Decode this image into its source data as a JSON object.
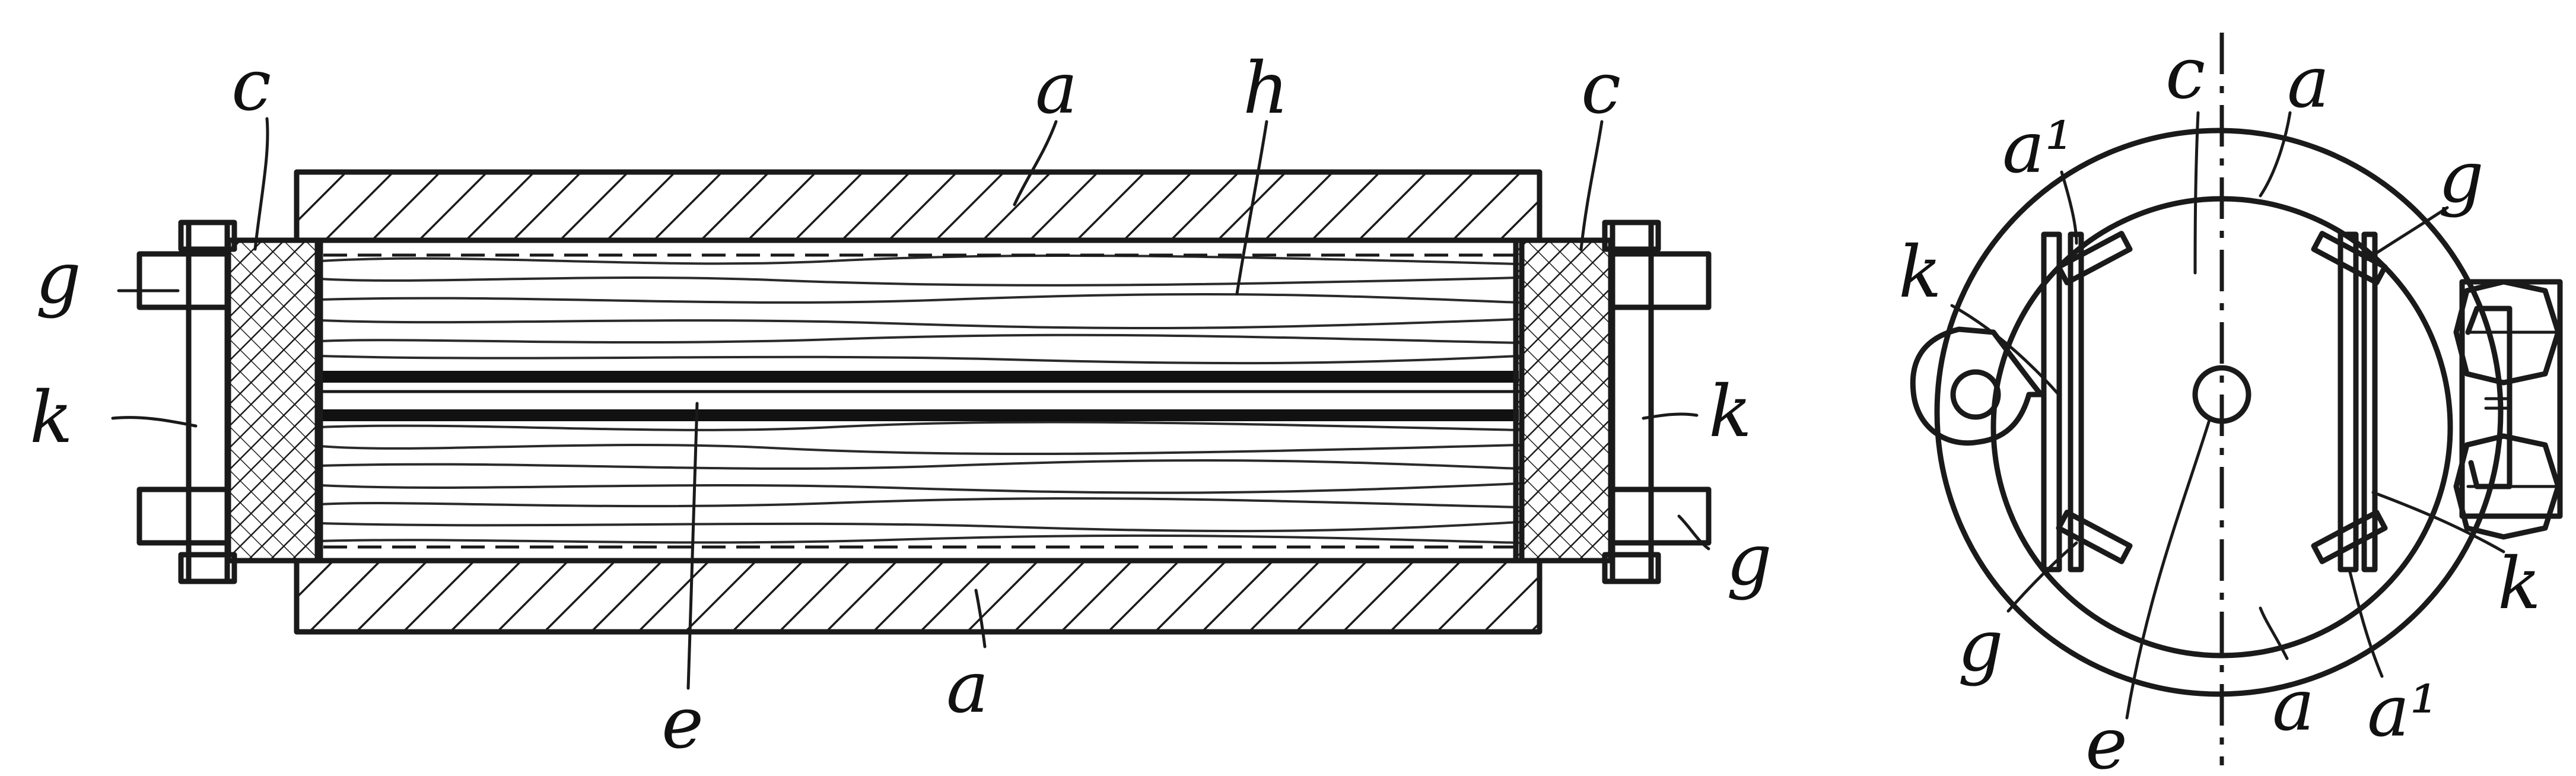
{
  "labels": {
    "side_c_left": "c",
    "side_a_top": "a",
    "side_h": "h",
    "side_c_right": "c",
    "side_g_left": "g",
    "side_k_left": "k",
    "side_k_right": "k",
    "side_g_right": "g",
    "side_e": "e",
    "side_a_bottom": "a",
    "end_c": "c",
    "end_a_top": "a",
    "end_a1_left": "a¹",
    "end_g_top": "g",
    "end_k_left": "k",
    "end_k_right": "k",
    "end_g_bottom": "g",
    "end_e": "e",
    "end_a_bottom": "a",
    "end_a1_right": "a¹"
  }
}
